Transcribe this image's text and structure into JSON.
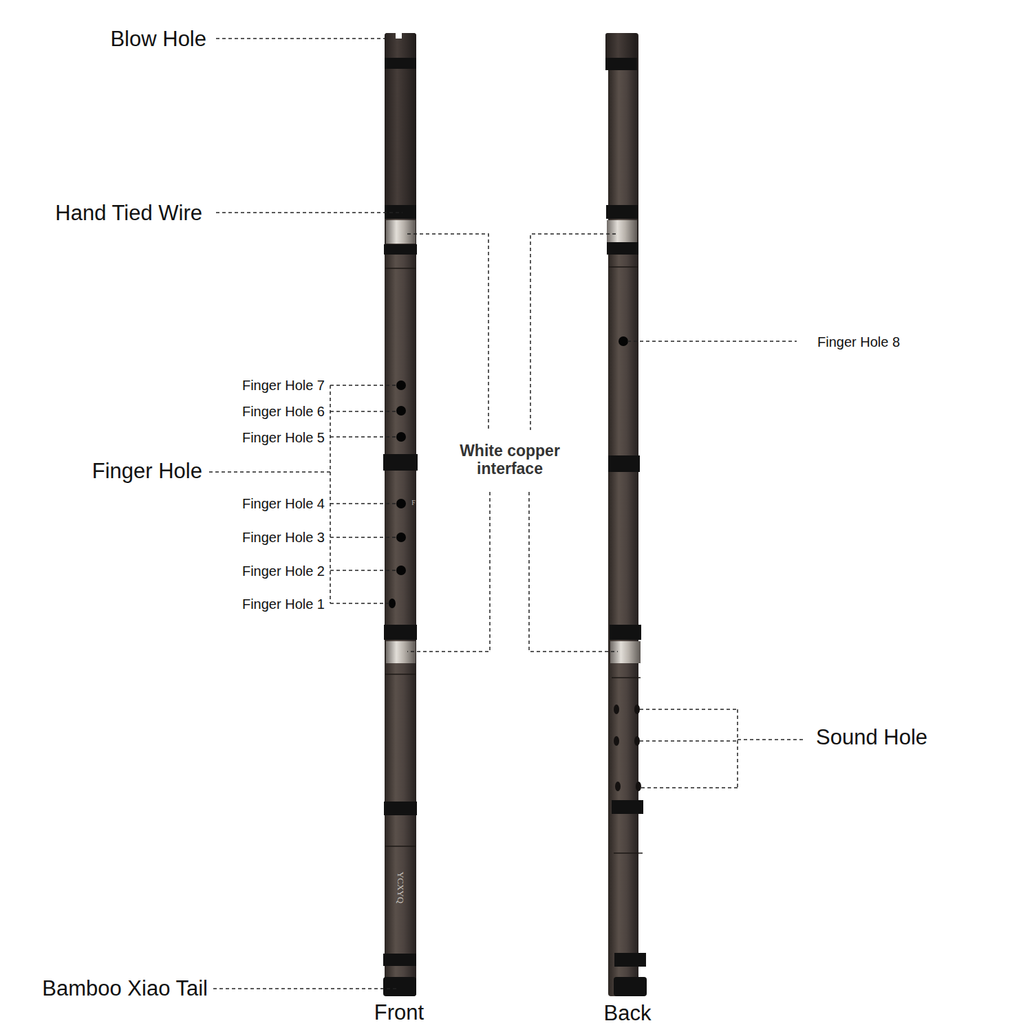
{
  "diagram": {
    "labels": [
      "Blow Hole",
      "Hand Tied Wire",
      "Finger Hole",
      "Finger Hole 7",
      "Finger Hole 6",
      "Finger Hole 5",
      "Finger Hole 4",
      "Finger Hole 3",
      "Finger Hole 2",
      "Finger Hole 1",
      "White copper interface",
      "Finger Hole 8",
      "Sound Hole",
      "Bamboo Xiao Tail",
      "Front",
      "Back",
      "YCXYQ",
      "F"
    ]
  }
}
